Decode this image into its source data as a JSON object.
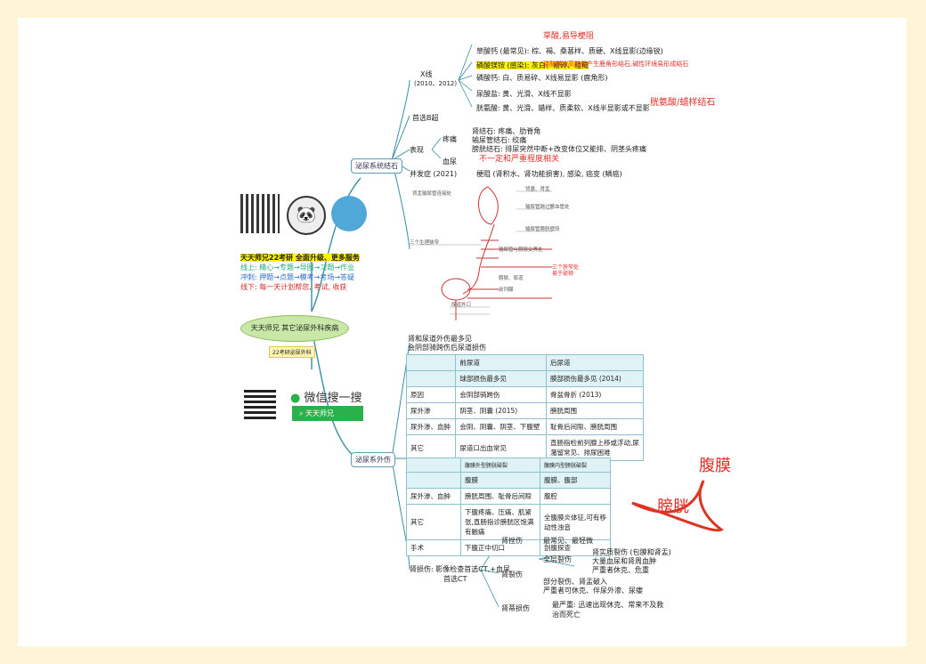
{
  "center": {
    "title": "天天师兄 其它泌尿外科疾病",
    "subtitle": "22考研泌尿外科"
  },
  "promo": {
    "line1": "天天师兄22考研 全面升级、更多服务",
    "line2": "线上: 精心→专题→导图→习题→作业",
    "line3": "冲刺: 押题→点题→模考→考场→答疑",
    "line4": "线下: 每一天计划帮您, 考试, 收获"
  },
  "wechat": {
    "search_text": "微信搜一搜",
    "search_btn": "天天师兄"
  },
  "branches": {
    "b1": "泌尿系统结石",
    "b2": "泌尿系外伤"
  },
  "b1_tree": {
    "node_a": "X线",
    "node_a_sub": "(2010、2012)",
    "items": [
      "草酸钙 (最常见): 棕、褐、桑葚样、质硬、X线显影(边缘锐)",
      "磷酸镁铵 (感染): 灰白、易碎、粗糙",
      "磷酸钙: 白、质易碎、X线易显影 (鹿角形)",
      "尿酸盐: 黄、光滑、X线不显影",
      "胱氨酸: 黄、光滑、蜡样、质柔软、X线半显影或不显影"
    ],
    "red_top": "草酸,易导梗阻",
    "red_mid": "磷酸镁铵高能量产生鹿角形结石,碱性环境易形成结石",
    "red_side": "胱氨酸/蜡样结石",
    "node_b": "首选B超",
    "node_c": "表现",
    "node_c1": "疼痛",
    "node_c1_items": [
      "肾结石: 疼痛、肋脊角",
      "输尿管结石: 绞痛",
      "膀胱结石: 排尿突然中断+改变体位又能排、阴茎头疼痛"
    ],
    "node_c2": "血尿",
    "red_c2": "不一定和严重程度相关",
    "node_d": "并发症 (2021)",
    "node_d_item": "梗阻 (肾积水、肾功能损害), 感染, 癌变 (鳞癌)"
  },
  "anatomy": {
    "labels": [
      "肾盂输尿管连接处",
      "输尿管跨过髂血管处",
      "输尿管膀胱壁段",
      "输尿管与膀胱交界处",
      "肾盏、肾盂",
      "三个生理狭窄",
      "膀胱、尿道",
      "前列腺",
      "尿道外口"
    ],
    "red_note": "三个狭窄处\n易于嵌顿"
  },
  "table1": {
    "caption1": "肾和尿道外伤最多见",
    "caption2": "会阴部骑跨伤后尿道损伤",
    "header": [
      "",
      "前尿道",
      "后尿道"
    ],
    "subheader": [
      "",
      "球部损伤最多见",
      "膜部损伤最多见 (2014)"
    ],
    "rows": [
      [
        "原因",
        "会阴部骑跨伤",
        "骨盆骨折 (2013)"
      ],
      [
        "尿外渗",
        "阴茎、阴囊 (2015)",
        "膀胱周围"
      ],
      [
        "尿外渗、血肿",
        "会阴、阴囊、阴茎、下腹壁",
        "耻骨后间隙、膀胱周围"
      ],
      [
        "其它",
        "尿道口出血常见",
        "直肠指检前列腺上移或浮动,尿潴留常见、排尿困难"
      ]
    ]
  },
  "table2": {
    "header": [
      "",
      "腹膜外型膀胱破裂",
      "腹膜内型膀胱破裂"
    ],
    "subheader": [
      "",
      "腹膜",
      "腹膜、腹部"
    ],
    "rows": [
      [
        "尿外渗、血肿",
        "膀胱周围、耻骨后间隙",
        "腹腔"
      ],
      [
        "其它",
        "下腹疼痛、压痛、肌紧张,直肠指诊膀胱区饱满有触痛",
        "全腹膜炎体征,可有移动性浊音"
      ],
      [
        "手术",
        "下腹正中切口",
        "剖腹探查"
      ]
    ],
    "red_words": [
      "腹膜",
      "膀胱"
    ]
  },
  "b2_tree": {
    "node_a": "肾损伤: 影像检查首选CT,+血尿",
    "node_a_sub": "首选CT",
    "g1": "肾挫伤",
    "g1_item": "最常见、最轻微",
    "g2": "肾裂伤",
    "g2_item1": "全层裂伤",
    "g2_sub": [
      "肾实质裂伤 (包膜和肾盂)",
      "大量血尿和肾周血肿",
      "严重者休克、危重"
    ],
    "g2_item2": "部分裂伤、肾盂破入",
    "g2_item3": "严重者可休克、伴尿外渗、尿瘘",
    "g3": "肾蒂损伤",
    "g3_item": "最严重: 迅速出现休克、常来不及救治而死亡"
  }
}
